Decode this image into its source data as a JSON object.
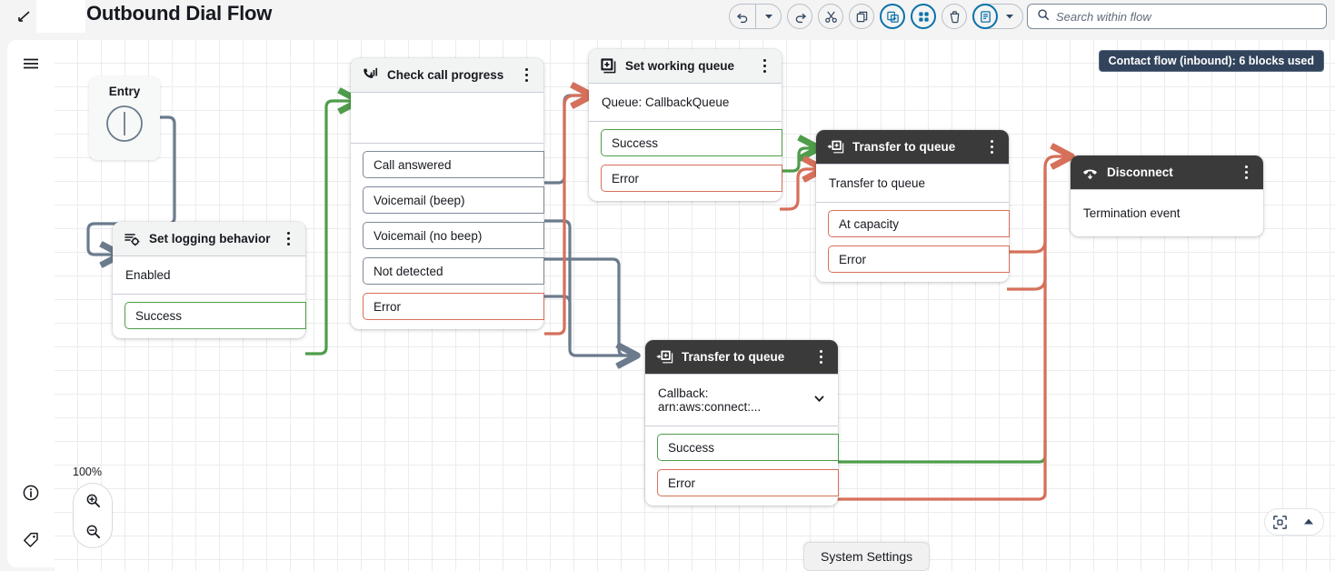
{
  "header": {
    "title": "Outbound Dial Flow",
    "edit_icon": "pencil-icon",
    "toolbar": [
      {
        "name": "undo-button",
        "icon": "undo-icon"
      },
      {
        "name": "undo-dropdown-button",
        "icon": "chevron-down-icon"
      },
      {
        "name": "redo-button",
        "icon": "redo-icon"
      },
      {
        "name": "cut-button",
        "icon": "scissors-icon"
      },
      {
        "name": "copy-button",
        "icon": "copy-icon"
      },
      {
        "name": "paste-button",
        "icon": "paste-icon"
      },
      {
        "name": "grid-view-button",
        "icon": "grid-apps-icon"
      },
      {
        "name": "delete-button",
        "icon": "trash-icon"
      },
      {
        "name": "notes-button",
        "icon": "document-icon"
      },
      {
        "name": "notes-dropdown-button",
        "icon": "chevron-down-icon"
      }
    ],
    "search": {
      "placeholder": "Search within flow",
      "value": "",
      "icon": "search-icon"
    }
  },
  "sidebar": {
    "menu_icon": "hamburger-menu-icon",
    "info_icon": "info-circle-icon",
    "tag_icon": "tag-icon"
  },
  "canvas": {
    "badge": "Contact flow (inbound): 6 blocks used",
    "zoom_level": "100%",
    "zoom_in_icon": "zoom-in-icon",
    "zoom_out_icon": "zoom-out-icon",
    "fit_icon": "fit-to-screen-icon",
    "collapse_icon": "triangle-up-icon",
    "system_settings": "System Settings",
    "colors": {
      "success": "#4f9d4b",
      "error": "#d6705a",
      "neutral": "#6b7b8d",
      "accent": "#0972a8",
      "dark_header": "#3a3a3a",
      "badge": "#32445c"
    }
  },
  "blocks": {
    "entry": {
      "label": "Entry",
      "icon": "entry-node-icon"
    },
    "set_logging": {
      "title": "Set logging behavior",
      "icon": "logging-behavior-icon",
      "body": "Enabled",
      "ports": [
        {
          "label": "Success",
          "type": "ok"
        }
      ]
    },
    "check_call_progress": {
      "title": "Check call progress",
      "icon": "call-progress-icon",
      "body": "",
      "ports": [
        {
          "label": "Call answered",
          "type": "neutral"
        },
        {
          "label": "Voicemail (beep)",
          "type": "neutral"
        },
        {
          "label": "Voicemail (no beep)",
          "type": "neutral"
        },
        {
          "label": "Not detected",
          "type": "neutral"
        },
        {
          "label": "Error",
          "type": "err"
        }
      ]
    },
    "set_working_queue": {
      "title": "Set working queue",
      "icon": "set-queue-icon",
      "body": "Queue: CallbackQueue",
      "ports": [
        {
          "label": "Success",
          "type": "ok"
        },
        {
          "label": "Error",
          "type": "err"
        }
      ]
    },
    "transfer_to_queue_top": {
      "title": "Transfer to queue",
      "icon": "transfer-queue-icon",
      "body": "Transfer to queue",
      "ports": [
        {
          "label": "At capacity",
          "type": "err"
        },
        {
          "label": "Error",
          "type": "err"
        }
      ]
    },
    "transfer_to_queue_bottom": {
      "title": "Transfer to queue",
      "icon": "transfer-queue-icon",
      "body": "Callback: arn:aws:connect:...",
      "body_chevron": "chevron-down-icon",
      "ports": [
        {
          "label": "Success",
          "type": "ok"
        },
        {
          "label": "Error",
          "type": "err"
        }
      ]
    },
    "disconnect": {
      "title": "Disconnect",
      "icon": "phone-hangup-icon",
      "body": "Termination event",
      "ports": []
    }
  }
}
